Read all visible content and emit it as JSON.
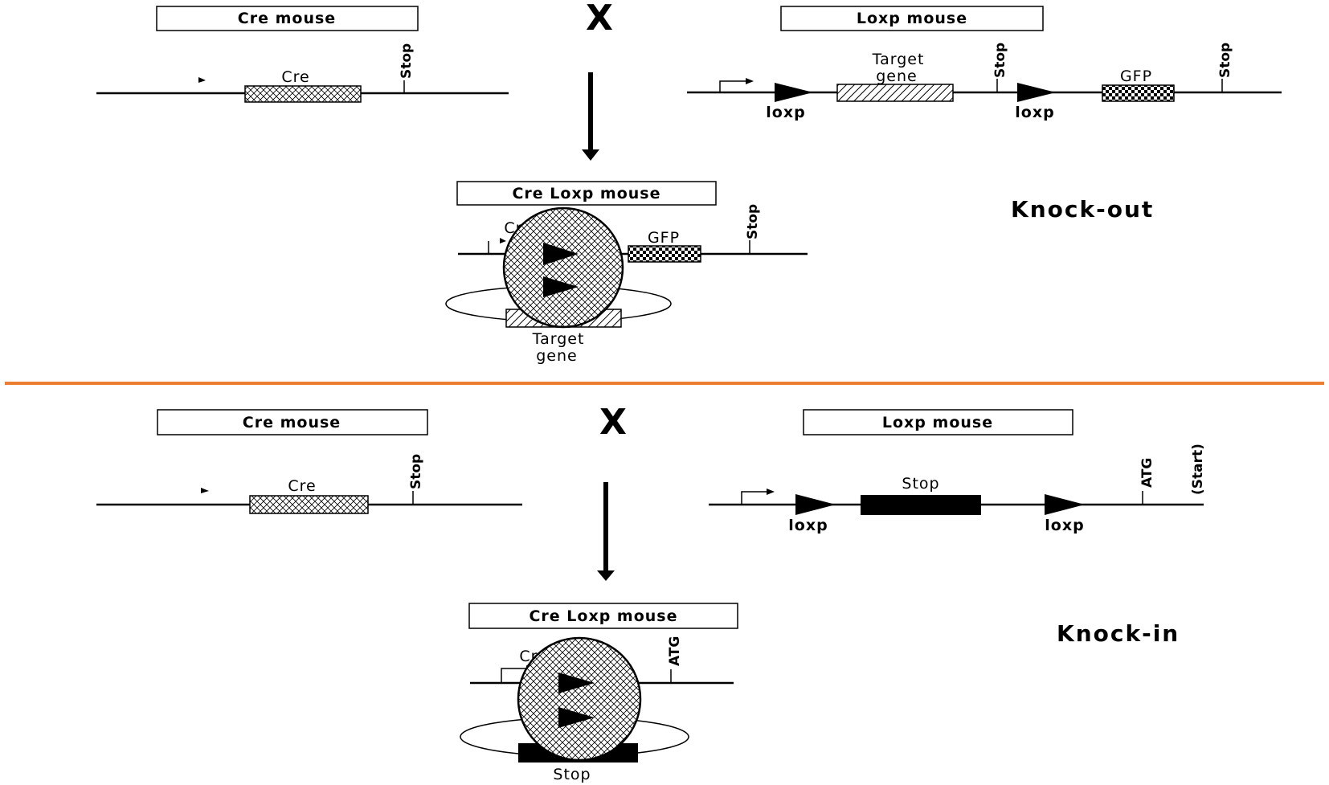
{
  "knock_out": {
    "cre_mouse": {
      "box_label": "Cre mouse",
      "gene_label": "Cre",
      "stop_label": "Stop"
    },
    "cross_symbol": "X",
    "loxp_mouse": {
      "box_label": "Loxp mouse",
      "target_label_line1": "Target",
      "target_label_line2": "gene",
      "stop1_label": "Stop",
      "gfp_label": "GFP",
      "stop2_label": "Stop",
      "loxp1_label": "loxp",
      "loxp2_label": "loxp"
    },
    "result": {
      "box_label": "Cre Loxp mouse",
      "cre_label": "Cre",
      "gfp_label": "GFP",
      "stop_label": "Stop",
      "target_label_line1": "Target",
      "target_label_line2": "gene"
    },
    "title": "Knock-out"
  },
  "knock_in": {
    "cre_mouse": {
      "box_label": "Cre mouse",
      "gene_label": "Cre",
      "stop_label": "Stop"
    },
    "cross_symbol": "X",
    "loxp_mouse": {
      "box_label": "Loxp mouse",
      "stop_block_label": "Stop",
      "atg_label": "ATG",
      "start_label": "(Start)",
      "loxp1_label": "loxp",
      "loxp2_label": "loxp"
    },
    "result": {
      "box_label": "Cre Loxp mouse",
      "cre_label": "Cre",
      "atg_label": "ATG",
      "stop_label": "Stop"
    },
    "title": "Knock-in"
  },
  "colors": {
    "divider": "#ED7D31",
    "ink": "#000000"
  }
}
